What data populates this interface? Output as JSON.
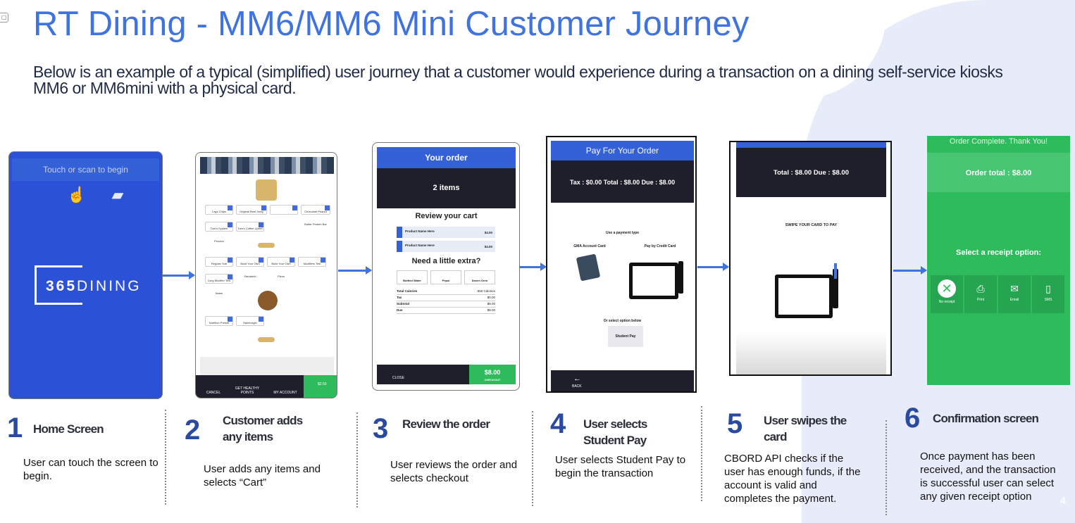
{
  "title": "RT Dining - MM6/MM6 Mini Customer Journey",
  "subtitle": "Below is an example of a typical (simplified) user journey that a customer would experience during a transaction on a dining self-service kiosks MM6 or MM6mini with a physical card.",
  "page_number": "4",
  "colors": {
    "accent": "#3e73e0",
    "kiosk_blue": "#2b52d6",
    "success_green": "#2ebb5c",
    "dark": "#1f1f2c"
  },
  "screen1": {
    "bar_text": "Touch or scan to begin",
    "logo_bold": "365",
    "logo_rest": "DINING",
    "icons": [
      "tap-icon",
      "card-scan-icon"
    ]
  },
  "screen2": {
    "products": [
      "Lays Chips",
      "Original Beef Jerky",
      "",
      "Chocolate Peanut Butter Protein Bar",
      "Tom's System Product",
      "Tom's Coffee Upsell",
      "Regular Sub Sandwich",
      "Build Your Own Sandwich",
      "Build Your Own Pizza",
      "Modifiers Test",
      "Long Modifier Test Name",
      "Nutrition Pretzel",
      "Hamburger"
    ],
    "bottom": [
      "CANCEL",
      "GET HEALTHY POINTS",
      "MY ACCOUNT"
    ],
    "cart_label": "$2.50"
  },
  "screen3": {
    "header": "Your order",
    "items": "2 items",
    "review": "Review your cart",
    "cart_rows": [
      {
        "name": "Product Name Here",
        "price": "$4.00"
      },
      {
        "name": "Product Name Here",
        "price": "$4.00"
      }
    ],
    "extra": "Need a little extra?",
    "tiles": [
      "Bottled Water",
      "Pepsi",
      "Dozen Oreo"
    ],
    "totals": [
      {
        "label": "Total Calories",
        "value": "550 Calories"
      },
      {
        "label": "Tax",
        "value": "$0.00"
      },
      {
        "label": "Subtotal",
        "value": "$8.00"
      },
      {
        "label": "Due",
        "value": "$8.00"
      }
    ],
    "close": "CLOSE",
    "pay_amount": "$8.00",
    "checkout": "CHECKOUT"
  },
  "screen4": {
    "header": "Pay For Your Order",
    "totals": "Tax : $0.00     Total : $8.00     Due : $8.00",
    "use_payment": "Use a payment type",
    "gma": "GMA Account Card",
    "credit": "Pay by Credit Card",
    "or_select": "Or select option below",
    "student_pay": "Student Pay",
    "back": "BACK"
  },
  "screen5": {
    "totals": "Total : $8.00     Due : $8.00",
    "swipe": "SWIPE YOUR CARD TO PAY"
  },
  "screen6": {
    "header": "Order Complete. Thank You!",
    "order_total": "Order total :  $8.00",
    "select_receipt": "Select a receipt option:",
    "options": [
      "No receipt",
      "Print",
      "Email",
      "SMS"
    ]
  },
  "steps": [
    {
      "num": "1",
      "title": "Home Screen",
      "desc": "User can touch the screen to begin."
    },
    {
      "num": "2",
      "title": "Customer adds any items",
      "desc": "User adds any items and selects “Cart”"
    },
    {
      "num": "3",
      "title": "Review the order",
      "desc": "User reviews the order and selects checkout"
    },
    {
      "num": "4",
      "title": "User selects Student Pay",
      "desc": "User selects Student Pay to begin the transaction"
    },
    {
      "num": "5",
      "title": "User swipes the card",
      "desc": "CBORD API checks if the user has enough funds, if the account is valid and completes the payment."
    },
    {
      "num": "6",
      "title": "Confirmation screen",
      "desc": "Once payment has been received, and the transaction is successful user can select any given receipt option"
    }
  ]
}
